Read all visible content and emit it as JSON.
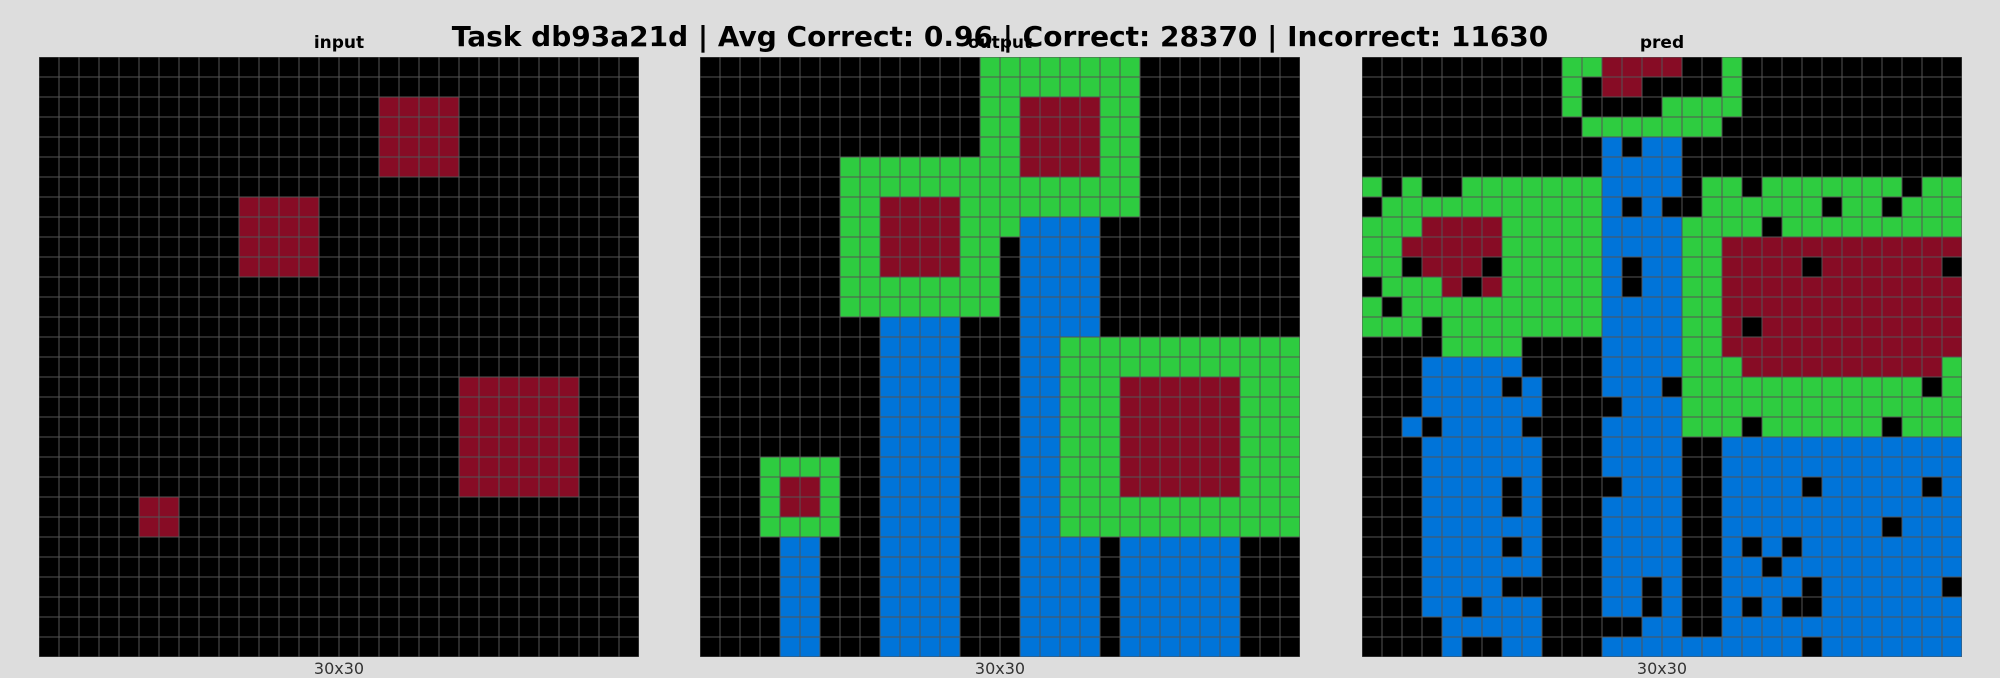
{
  "title": "Task db93a21d | Avg Correct: 0.96 | Correct: 28370 | Incorrect: 11630",
  "colors": {
    "0": "#000000",
    "1": "#0074D9",
    "2": "#870C25",
    "3": "#2ECC40",
    "gridline": "#555555",
    "background": "#dddddd"
  },
  "panels": [
    {
      "label": "input",
      "size_label": "30x30",
      "grid": [
        "000000000000000000000000000000",
        "000000000000000000000000000000",
        "000000000000000002222000000000",
        "000000000000000002222000000000",
        "000000000000000002222000000000",
        "000000000000000002222000000000",
        "000000000000000000000000000000",
        "000000000022220000000000000000",
        "000000000022220000000000000000",
        "000000000022220000000000000000",
        "000000000022220000000000000000",
        "000000000000000000000000000000",
        "000000000000000000000000000000",
        "000000000000000000000000000000",
        "000000000000000000000000000000",
        "000000000000000000000000000000",
        "000000000000000000000222222000",
        "000000000000000000000222222000",
        "000000000000000000000222222000",
        "000000000000000000000222222000",
        "000000000000000000000222222000",
        "000000000000000000000222222000",
        "000002200000000000000000000000",
        "000002200000000000000000000000",
        "000000000000000000000000000000",
        "000000000000000000000000000000",
        "000000000000000000000000000000",
        "000000000000000000000000000000",
        "000000000000000000000000000000",
        "000000000000000000000000000000"
      ]
    },
    {
      "label": "output",
      "size_label": "30x30",
      "grid": [
        "000000000000003333333300000000",
        "000000000000003333333300000000",
        "000000000000003322223300000000",
        "000000000000003322223300000000",
        "000000000000003322223300000000",
        "000000033333333322223300000000",
        "000000033333333333333300000000",
        "000000033222233333333300000000",
        "000000033222233311110000000000",
        "000000033222233011110000000000",
        "000000033222233011110000000000",
        "000000033333333011110000000000",
        "000000033333333011110000000000",
        "000000000111100011110000000000",
        "000000000111100011333333333333",
        "000000000111100011333333333333",
        "000000000111100011333222222333",
        "000000000111100011333222222333",
        "000000000111100011333222222333",
        "000000000111100011333222222333",
        "000333300111100011333222222333",
        "000322300111100011333222222333",
        "000322300111100011333333333333",
        "000333300111100011333333333333",
        "000011000111100011110111111000",
        "000011000111100011110111111000",
        "000011000111100011110111111000",
        "000011000111100011110111111000",
        "000011000111100011110111111000",
        "000011000111100011110111111000"
      ]
    },
    {
      "label": "pred",
      "size_label": "30x30",
      "grid": [
        "000000000033222200300000000000",
        "000000000030220000300000000000",
        "000000000030000333300000000000",
        "000000000003333333000000000000",
        "000000000000101100000000000000",
        "000000000000111100000000000000",
        "303003333333111103303333333033",
        "033333333333101003333330330333",
        "333222233333111133330333333333",
        "332222233333111133222222222222",
        "330222033333101133222202222220",
        "033320233333101133222222222222",
        "303333333333111133222222222222",
        "333033333333111133202222222222",
        "000033330000111133222222222222",
        "000111110000111133322222222223",
        "000111101000111033333333333303",
        "000111111000011133333333333333",
        "001011110000111133303333330333",
        "000111111000111100111111111111",
        "000111111000111100111111111111",
        "000111101000011100111101111101",
        "000111101000111100111111111111",
        "000111111000111100111111110111",
        "000111101000111100101011111111",
        "000111111000111100110111111111",
        "000111100000110100111101111110",
        "000110111000110100101001111111",
        "000011111000001100111111111111",
        "000010011000111111111101111111"
      ]
    }
  ]
}
